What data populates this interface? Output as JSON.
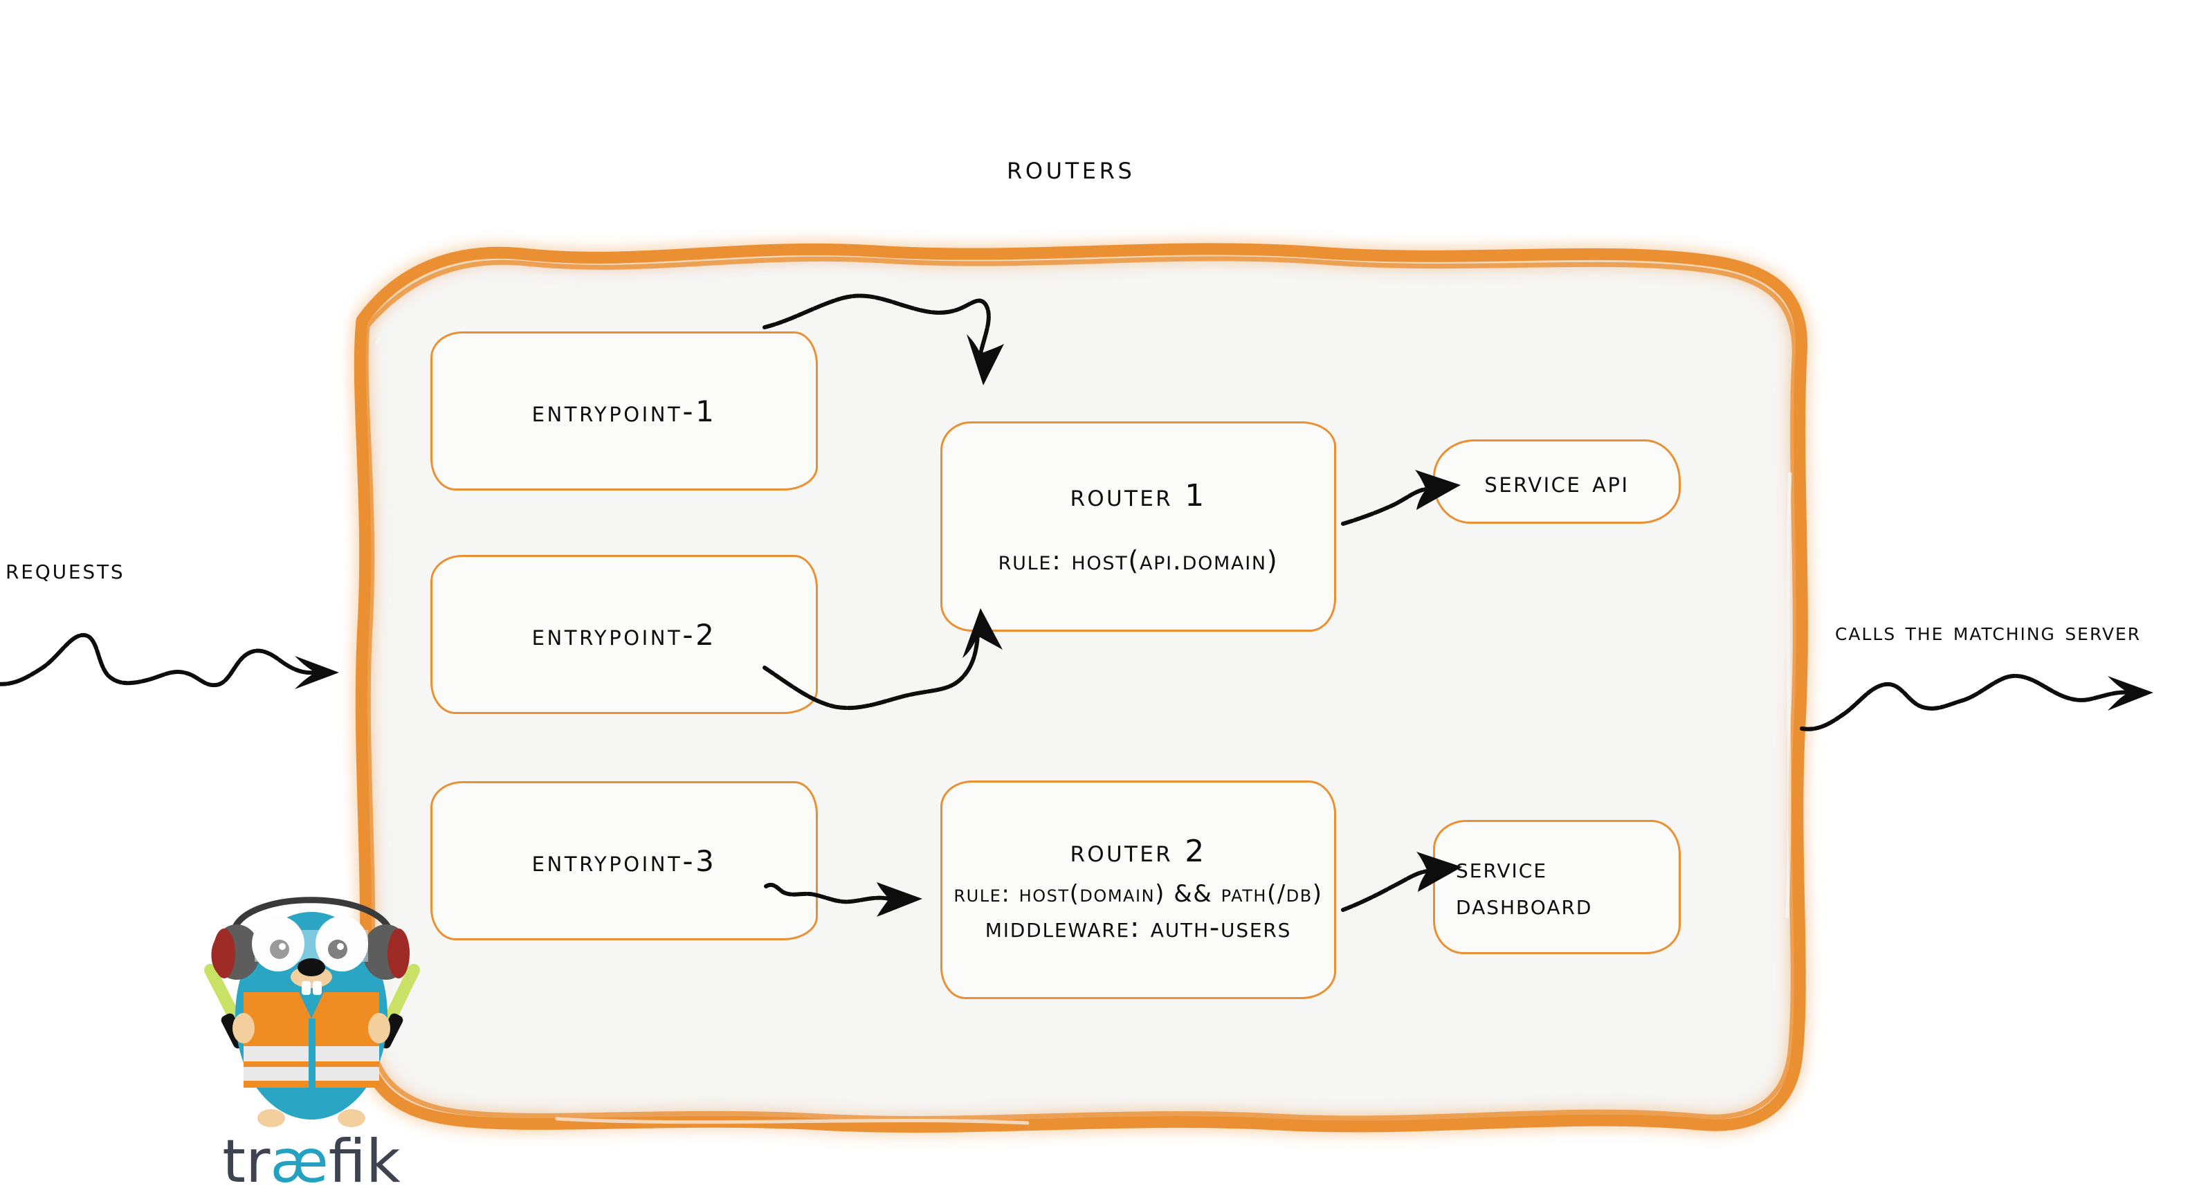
{
  "title": "Routers",
  "brand": {
    "logo_text": "træfik",
    "logo_dark": "#3d4450",
    "logo_accent": "#24a1c1",
    "mascot": "traefik-gopher-mascot"
  },
  "colors": {
    "accent_orange": "#eb9032",
    "container_fill": "#f6f6f5",
    "box_fill": "#fbfbfa",
    "ink": "#0d0d0d"
  },
  "entrypoints": [
    {
      "label": "entrypoint-1"
    },
    {
      "label": "entrypoint-2"
    },
    {
      "label": "entrypoint-3"
    }
  ],
  "routers": [
    {
      "name": "Router 1",
      "lines": [
        "rule: Host(api.domain)"
      ]
    },
    {
      "name": "Router 2",
      "rule": "rule: Host(domain) && Path(/db)",
      "middleware": "Middleware: auth-users"
    }
  ],
  "services": [
    {
      "label": "Service API"
    },
    {
      "line1": "Service",
      "line2": "Dashboard"
    }
  ],
  "edge_labels": {
    "requests": "Requests",
    "calls": "Calls the matching server"
  },
  "icons": {
    "requests_arrow": "wavy-arrow-right-icon",
    "calls_arrow": "wavy-arrow-right-icon",
    "ep1_arrow": "sketch-arrow-down-icon",
    "ep2_arrow": "sketch-arrow-up-icon",
    "ep3_arrow": "sketch-arrow-right-icon",
    "r1_arrow": "sketch-arrow-right-icon",
    "r2_arrow": "sketch-arrow-right-icon"
  }
}
